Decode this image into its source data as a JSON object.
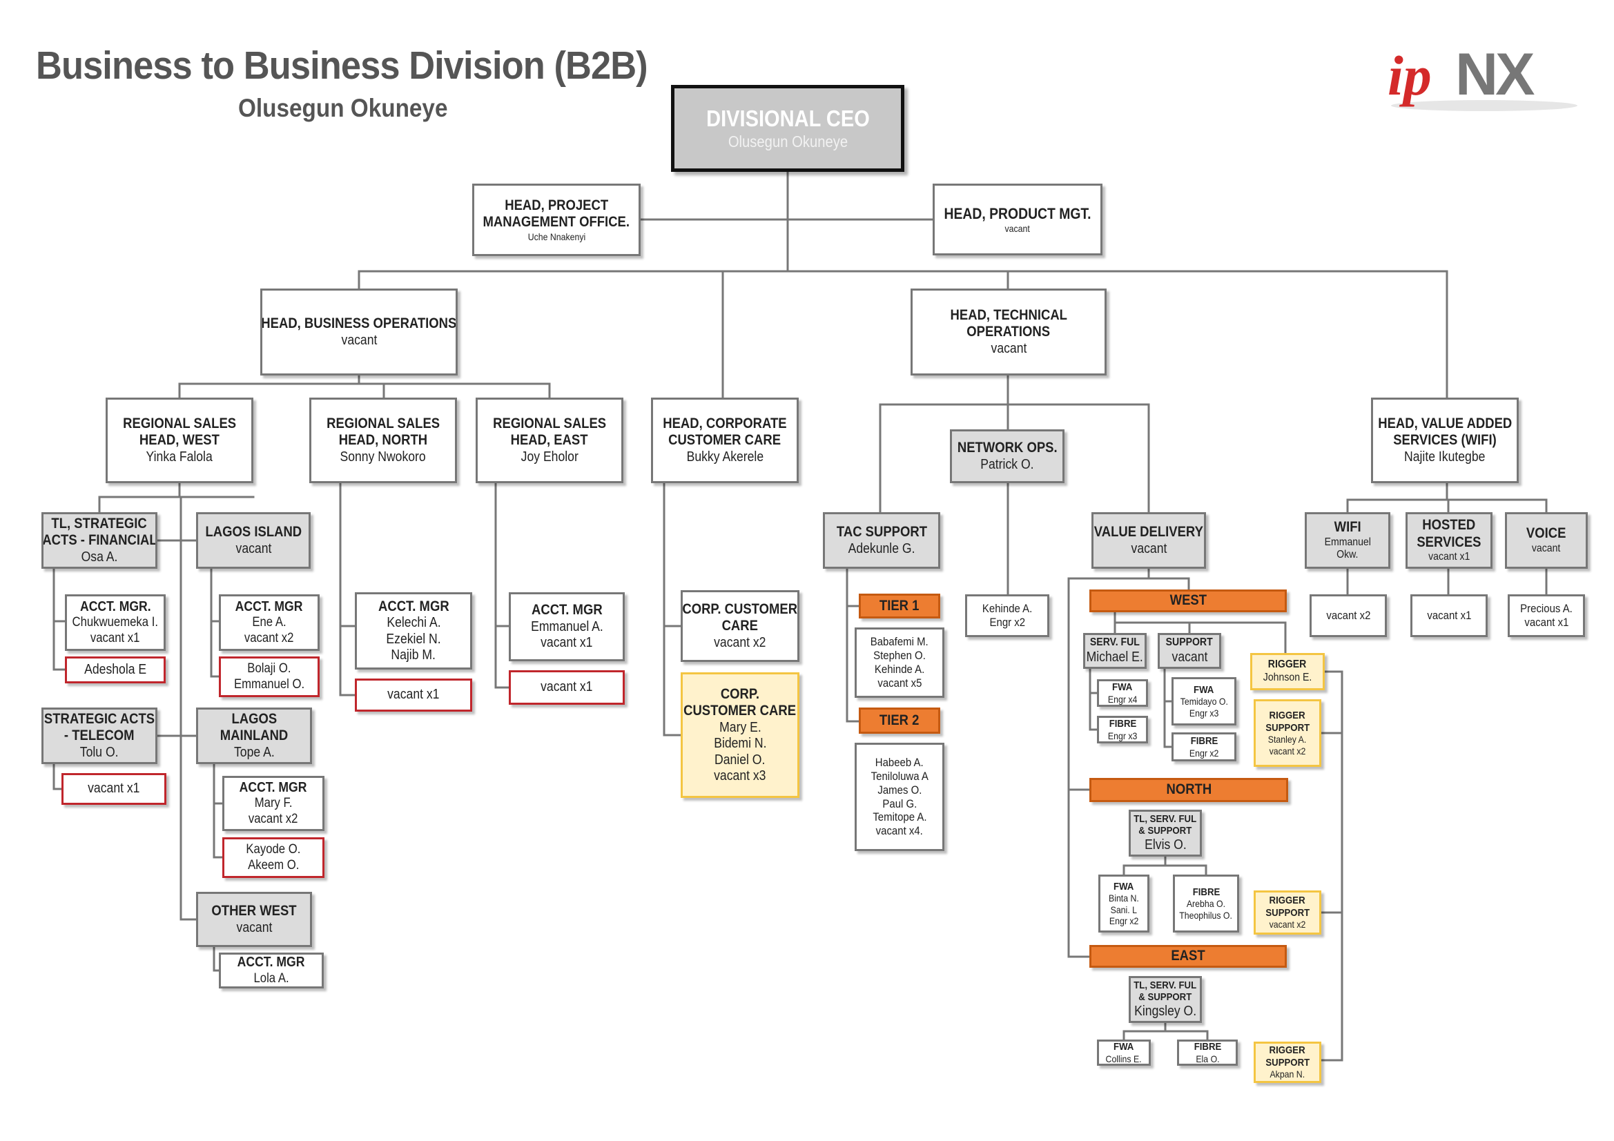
{
  "header": {
    "title": "Business to Business Division (B2B)",
    "subtitle": "Olusegun Okuneye",
    "logo_text": "ipNX"
  },
  "colors": {
    "line": "#777777",
    "grey_box": "#dcdcdc",
    "orange_header": "#ed7d31",
    "red_border": "#c0262c",
    "yellow_border": "#f4c542",
    "yellow_fill": "#fff2cc",
    "logo_red": "#d42a2a",
    "logo_grey": "#777777"
  },
  "nodes": {
    "ceo": {
      "title": [
        "DIVISIONAL CEO"
      ],
      "lines": [
        "Olusegun Okuneye"
      ]
    },
    "pmo": {
      "title": [
        "HEAD, PROJECT",
        "MANAGEMENT OFFICE."
      ],
      "lines": [
        "Uche Nnakenyi"
      ]
    },
    "product": {
      "title": [
        "HEAD, PRODUCT MGT."
      ],
      "lines": [
        "vacant"
      ]
    },
    "bizops": {
      "title": [
        "HEAD, BUSINESS OPERATIONS"
      ],
      "lines": [
        "vacant"
      ]
    },
    "techops": {
      "title": [
        "HEAD, TECHNICAL",
        "OPERATIONS"
      ],
      "lines": [
        "vacant"
      ]
    },
    "rs_west": {
      "title": [
        "REGIONAL SALES",
        "HEAD, WEST"
      ],
      "lines": [
        "Yinka Falola"
      ]
    },
    "rs_north": {
      "title": [
        "REGIONAL SALES",
        "HEAD, NORTH"
      ],
      "lines": [
        "Sonny Nwokoro"
      ]
    },
    "rs_east": {
      "title": [
        "REGIONAL SALES",
        "HEAD, EAST"
      ],
      "lines": [
        "Joy Eholor"
      ]
    },
    "corp_cc": {
      "title": [
        "HEAD, CORPORATE",
        "CUSTOMER CARE"
      ],
      "lines": [
        "Bukky Akerele"
      ]
    },
    "network_ops": {
      "title": [
        "NETWORK OPS."
      ],
      "lines": [
        "Patrick O."
      ]
    },
    "vas": {
      "title": [
        "HEAD, VALUE ADDED",
        "SERVICES (WIFI)"
      ],
      "lines": [
        "Najite Ikutegbe"
      ]
    },
    "tl_fin": {
      "title": [
        "TL, STRATEGIC",
        "ACTS - FINANCIAL"
      ],
      "lines": [
        "Osa A."
      ]
    },
    "lagos_island": {
      "title": [
        "LAGOS ISLAND"
      ],
      "lines": [
        "vacant"
      ]
    },
    "am_fin": {
      "title": [
        "ACCT. MGR."
      ],
      "lines": [
        "Chukwuemeka I.",
        "vacant x1"
      ]
    },
    "fin_red": {
      "title": [],
      "lines": [
        "Adeshola E"
      ]
    },
    "am_island": {
      "title": [
        "ACCT. MGR"
      ],
      "lines": [
        "Ene A.",
        "vacant x2"
      ]
    },
    "island_red": {
      "title": [],
      "lines": [
        "Bolaji O.",
        "Emmanuel O."
      ]
    },
    "sat_tel": {
      "title": [
        "STRATEGIC ACTS",
        "- TELECOM"
      ],
      "lines": [
        "Tolu O."
      ]
    },
    "tel_red": {
      "title": [],
      "lines": [
        "vacant x1"
      ]
    },
    "lagos_mainland": {
      "title": [
        "LAGOS",
        "MAINLAND"
      ],
      "lines": [
        "Tope A."
      ]
    },
    "am_mainland": {
      "title": [
        "ACCT. MGR"
      ],
      "lines": [
        "Mary F.",
        "vacant x2"
      ]
    },
    "mainland_red": {
      "title": [],
      "lines": [
        "Kayode O.",
        "Akeem O."
      ]
    },
    "other_west": {
      "title": [
        "OTHER WEST"
      ],
      "lines": [
        "vacant"
      ]
    },
    "am_other": {
      "title": [
        "ACCT. MGR"
      ],
      "lines": [
        "Lola A."
      ]
    },
    "am_north": {
      "title": [
        "ACCT. MGR"
      ],
      "lines": [
        "Kelechi A.",
        "Ezekiel N.",
        "Najib M."
      ]
    },
    "north_red": {
      "title": [],
      "lines": [
        "vacant x1"
      ]
    },
    "am_east": {
      "title": [
        "ACCT. MGR"
      ],
      "lines": [
        "Emmanuel A.",
        "vacant x1"
      ]
    },
    "east_red": {
      "title": [],
      "lines": [
        "vacant x1"
      ]
    },
    "corp_care": {
      "title": [
        "CORP. CUSTOMER",
        "CARE"
      ],
      "lines": [
        "vacant x2"
      ]
    },
    "corp_care_y": {
      "title": [
        "CORP.",
        "CUSTOMER CARE"
      ],
      "lines": [
        "Mary E.",
        "Bidemi N.",
        "Daniel O.",
        "vacant x3"
      ]
    },
    "tac": {
      "title": [
        "TAC SUPPORT"
      ],
      "lines": [
        "Adekunle G."
      ]
    },
    "tier1": {
      "title": [
        "TIER 1"
      ],
      "lines": []
    },
    "tier1_list": {
      "title": [],
      "lines": [
        "Babafemi M.",
        "Stephen O.",
        "Kehinde A.",
        "vacant x5"
      ]
    },
    "tier2": {
      "title": [
        "TIER 2"
      ],
      "lines": []
    },
    "tier2_list": {
      "title": [],
      "lines": [
        "Habeeb A.",
        "Teniloluwa A",
        "James O.",
        "Paul G.",
        "Temitope A.",
        "vacant x4."
      ]
    },
    "netops_list": {
      "title": [],
      "lines": [
        "Kehinde A.",
        "Engr x2"
      ]
    },
    "value_delivery": {
      "title": [
        "VALUE DELIVERY"
      ],
      "lines": [
        "vacant"
      ]
    },
    "west_hdr": {
      "title": [
        "WEST"
      ],
      "lines": []
    },
    "serv_ful": {
      "title": [
        "SERV. FUL"
      ],
      "lines": [
        "Michael E."
      ]
    },
    "support_w": {
      "title": [
        "SUPPORT"
      ],
      "lines": [
        "vacant"
      ]
    },
    "fwa_w": {
      "title": [
        "FWA"
      ],
      "lines": [
        "Engr x4"
      ]
    },
    "fibre_w": {
      "title": [
        "FIBRE"
      ],
      "lines": [
        "Engr x3"
      ]
    },
    "fwa_ws": {
      "title": [
        "FWA"
      ],
      "lines": [
        "Temidayo O.",
        "Engr x3"
      ]
    },
    "fibre_ws": {
      "title": [
        "FIBRE"
      ],
      "lines": [
        "Engr x2"
      ]
    },
    "rigger_w": {
      "title": [
        "RIGGER"
      ],
      "lines": [
        "Johnson E."
      ]
    },
    "rigger_sup_w": {
      "title": [
        "RIGGER",
        "SUPPORT"
      ],
      "lines": [
        "Stanley A.",
        "vacant x2"
      ]
    },
    "north_hdr": {
      "title": [
        "NORTH"
      ],
      "lines": []
    },
    "tl_north": {
      "title": [
        "TL, SERV. FUL",
        "& SUPPORT"
      ],
      "lines": [
        "Elvis O."
      ]
    },
    "fwa_n": {
      "title": [
        "FWA"
      ],
      "lines": [
        "Binta N.",
        "Sani. L",
        "Engr x2"
      ]
    },
    "fibre_n": {
      "title": [
        "FIBRE"
      ],
      "lines": [
        "Arebha O.",
        "Theophilus O."
      ]
    },
    "rigger_sup_n": {
      "title": [
        "RIGGER",
        "SUPPORT"
      ],
      "lines": [
        "vacant x2"
      ]
    },
    "east_hdr": {
      "title": [
        "EAST"
      ],
      "lines": []
    },
    "tl_east": {
      "title": [
        "TL, SERV. FUL",
        "& SUPPORT"
      ],
      "lines": [
        "Kingsley O."
      ]
    },
    "fwa_e": {
      "title": [
        "FWA"
      ],
      "lines": [
        "Collins E."
      ]
    },
    "fibre_e": {
      "title": [
        "FIBRE"
      ],
      "lines": [
        "Ela O."
      ]
    },
    "rigger_sup_e": {
      "title": [
        "RIGGER",
        "SUPPORT"
      ],
      "lines": [
        "Akpan N."
      ]
    },
    "wifi": {
      "title": [
        "WIFI"
      ],
      "lines": [
        "Emmanuel",
        "Okw."
      ]
    },
    "hosted": {
      "title": [
        "HOSTED",
        "SERVICES"
      ],
      "lines": [
        "vacant x1"
      ]
    },
    "voice": {
      "title": [
        "VOICE"
      ],
      "lines": [
        "vacant"
      ]
    },
    "wifi_list": {
      "title": [],
      "lines": [
        "vacant x2"
      ]
    },
    "hosted_list": {
      "title": [],
      "lines": [
        "vacant x1"
      ]
    },
    "voice_list": {
      "title": [],
      "lines": [
        "Precious A.",
        "vacant x1"
      ]
    }
  }
}
